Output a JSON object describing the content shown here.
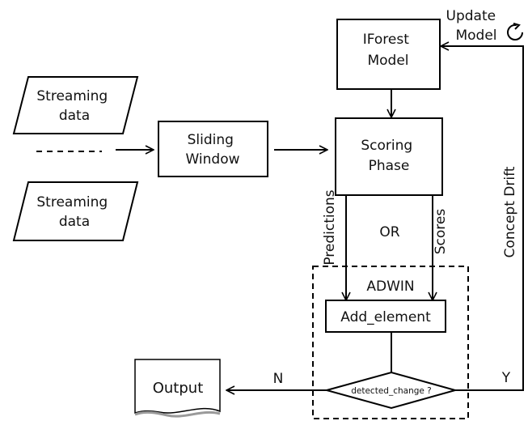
{
  "nodes": {
    "streaming_data_1": [
      "Streaming",
      "data"
    ],
    "streaming_data_2": [
      "Streaming",
      "data"
    ],
    "sliding_window": [
      "Sliding",
      "Window"
    ],
    "iforest_model": [
      "IForest",
      "Model"
    ],
    "scoring_phase": [
      "Scoring",
      "Phase"
    ],
    "add_element": "Add_element",
    "detected_change": "detected_change ?",
    "output": "Output"
  },
  "labels": {
    "update_model": [
      "Update",
      "Model"
    ],
    "predictions": "Predictions",
    "scores": "Scores",
    "or": "OR",
    "adwin": "ADWIN",
    "concept_drift": "Concept Drift",
    "no": "N",
    "yes": "Y"
  },
  "icons": {
    "refresh": "refresh-icon"
  }
}
